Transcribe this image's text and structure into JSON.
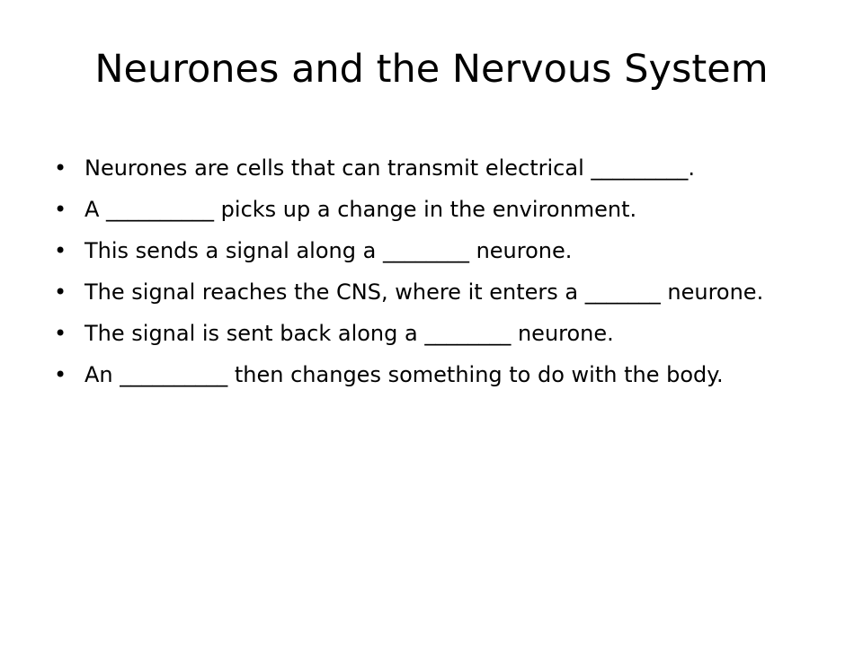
{
  "slide": {
    "title": "Neurones and the Nervous System",
    "bullet_symbol": "•",
    "bullets": [
      "Neurones are cells that can transmit electrical _________.",
      "A __________ picks up a change in the environment.",
      "This sends a signal along a ________ neurone.",
      "The signal reaches the CNS, where it enters a _______ neurone.",
      "The signal is sent back along a ________ neurone.",
      "An __________ then changes something to do with the body."
    ]
  }
}
